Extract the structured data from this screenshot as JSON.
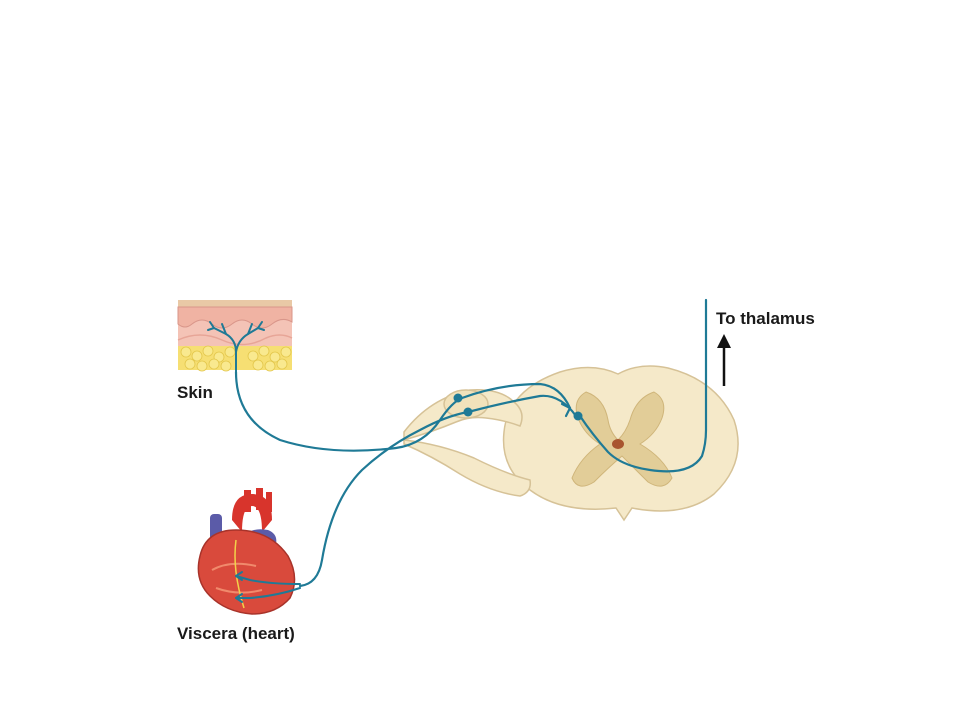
{
  "labels": {
    "skin": "Skin",
    "viscera": "Viscera (heart)",
    "thalamus": "To thalamus"
  },
  "icons": {
    "skin": "skin-cross-section-icon",
    "heart": "heart-icon",
    "spinal_cord": "spinal-cord-cross-section-icon",
    "arrow": "up-arrow-icon"
  },
  "colors": {
    "nerve": "#1f7a96",
    "cord_white_matter": "#f5e9c9",
    "cord_gray_matter": "#e2cd98",
    "skin_pink": "#f4c3b6",
    "fat_yellow": "#f6df73",
    "heart_red": "#d94a3c",
    "vessel_blue": "#5b5ba8"
  }
}
